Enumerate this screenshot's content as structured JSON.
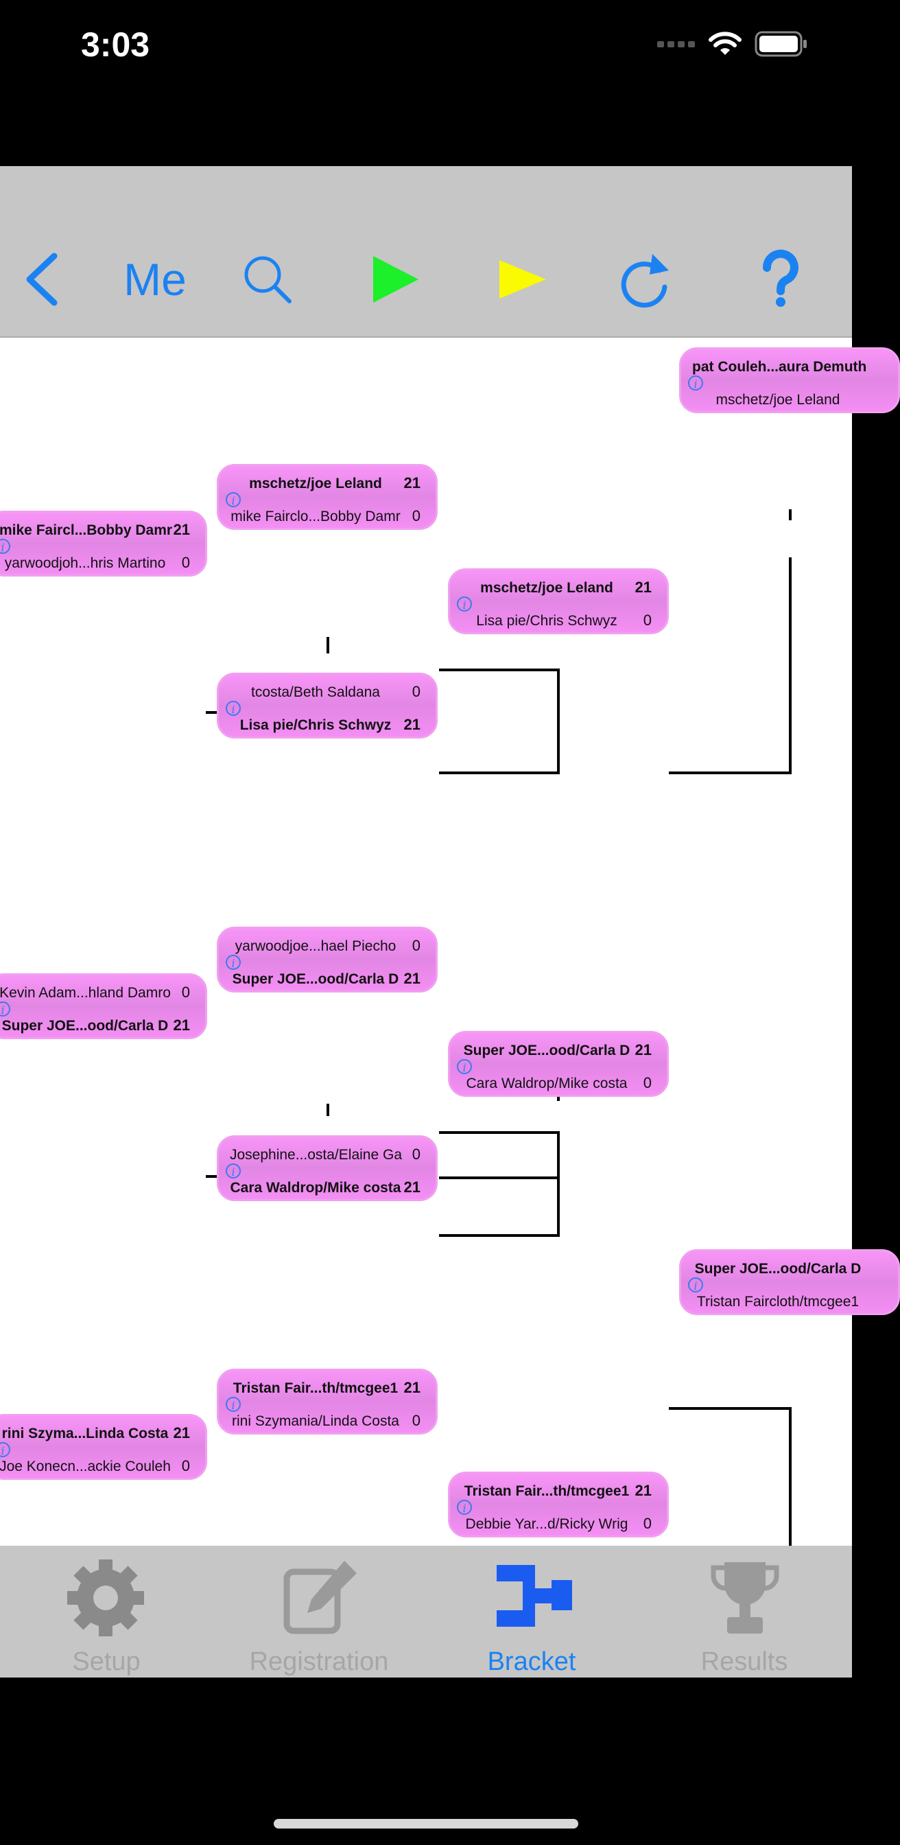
{
  "status": {
    "time": "3:03"
  },
  "toolbar": {
    "me_label": "Me"
  },
  "tabs": [
    {
      "label": "Setup",
      "active": false
    },
    {
      "label": "Registration",
      "active": false
    },
    {
      "label": "Bracket",
      "active": true
    },
    {
      "label": "Results",
      "active": false
    }
  ],
  "matches": [
    {
      "team1": "pat Couleh...aura Demuth",
      "score1": "",
      "team2": "mschetz/joe Leland",
      "score2": "",
      "winner": 1
    },
    {
      "team1": "mschetz/joe Leland",
      "score1": "21",
      "team2": "mike Fairclo...Bobby Damr",
      "score2": "0",
      "winner": 1
    },
    {
      "team1": "mike Faircl...Bobby Damr",
      "score1": "21",
      "team2": "yarwoodjoh...hris Martino",
      "score2": "0",
      "winner": 1
    },
    {
      "team1": "mschetz/joe Leland",
      "score1": "21",
      "team2": "Lisa pie/Chris Schwyz",
      "score2": "0",
      "winner": 1
    },
    {
      "team1": "tcosta/Beth Saldana",
      "score1": "0",
      "team2": "Lisa pie/Chris Schwyz",
      "score2": "21",
      "winner": 2
    },
    {
      "team1": "yarwoodjoe...hael Piecho",
      "score1": "0",
      "team2": "Super JOE...ood/Carla D",
      "score2": "21",
      "winner": 2
    },
    {
      "team1": "Kevin Adam...hland Damro",
      "score1": "0",
      "team2": "Super JOE...ood/Carla D",
      "score2": "21",
      "winner": 2
    },
    {
      "team1": "Super JOE...ood/Carla D",
      "score1": "21",
      "team2": "Cara Waldrop/Mike costa",
      "score2": "0",
      "winner": 1
    },
    {
      "team1": "Josephine...osta/Elaine Ga",
      "score1": "0",
      "team2": "Cara Waldrop/Mike costa",
      "score2": "21",
      "winner": 2
    },
    {
      "team1": "Super JOE...ood/Carla D",
      "score1": "",
      "team2": "Tristan Faircloth/tmcgee1",
      "score2": "",
      "winner": 1
    },
    {
      "team1": "Tristan Fair...th/tmcgee1",
      "score1": "21",
      "team2": "rini Szymania/Linda Costa",
      "score2": "0",
      "winner": 1
    },
    {
      "team1": "rini Szyma...Linda Costa",
      "score1": "21",
      "team2": "Joe Konecn...ackie Couleh",
      "score2": "0",
      "winner": 1
    },
    {
      "team1": "Tristan Fair...th/tmcgee1",
      "score1": "21",
      "team2": "Debbie Yar...d/Ricky Wrig",
      "score2": "0",
      "winner": 1
    }
  ]
}
